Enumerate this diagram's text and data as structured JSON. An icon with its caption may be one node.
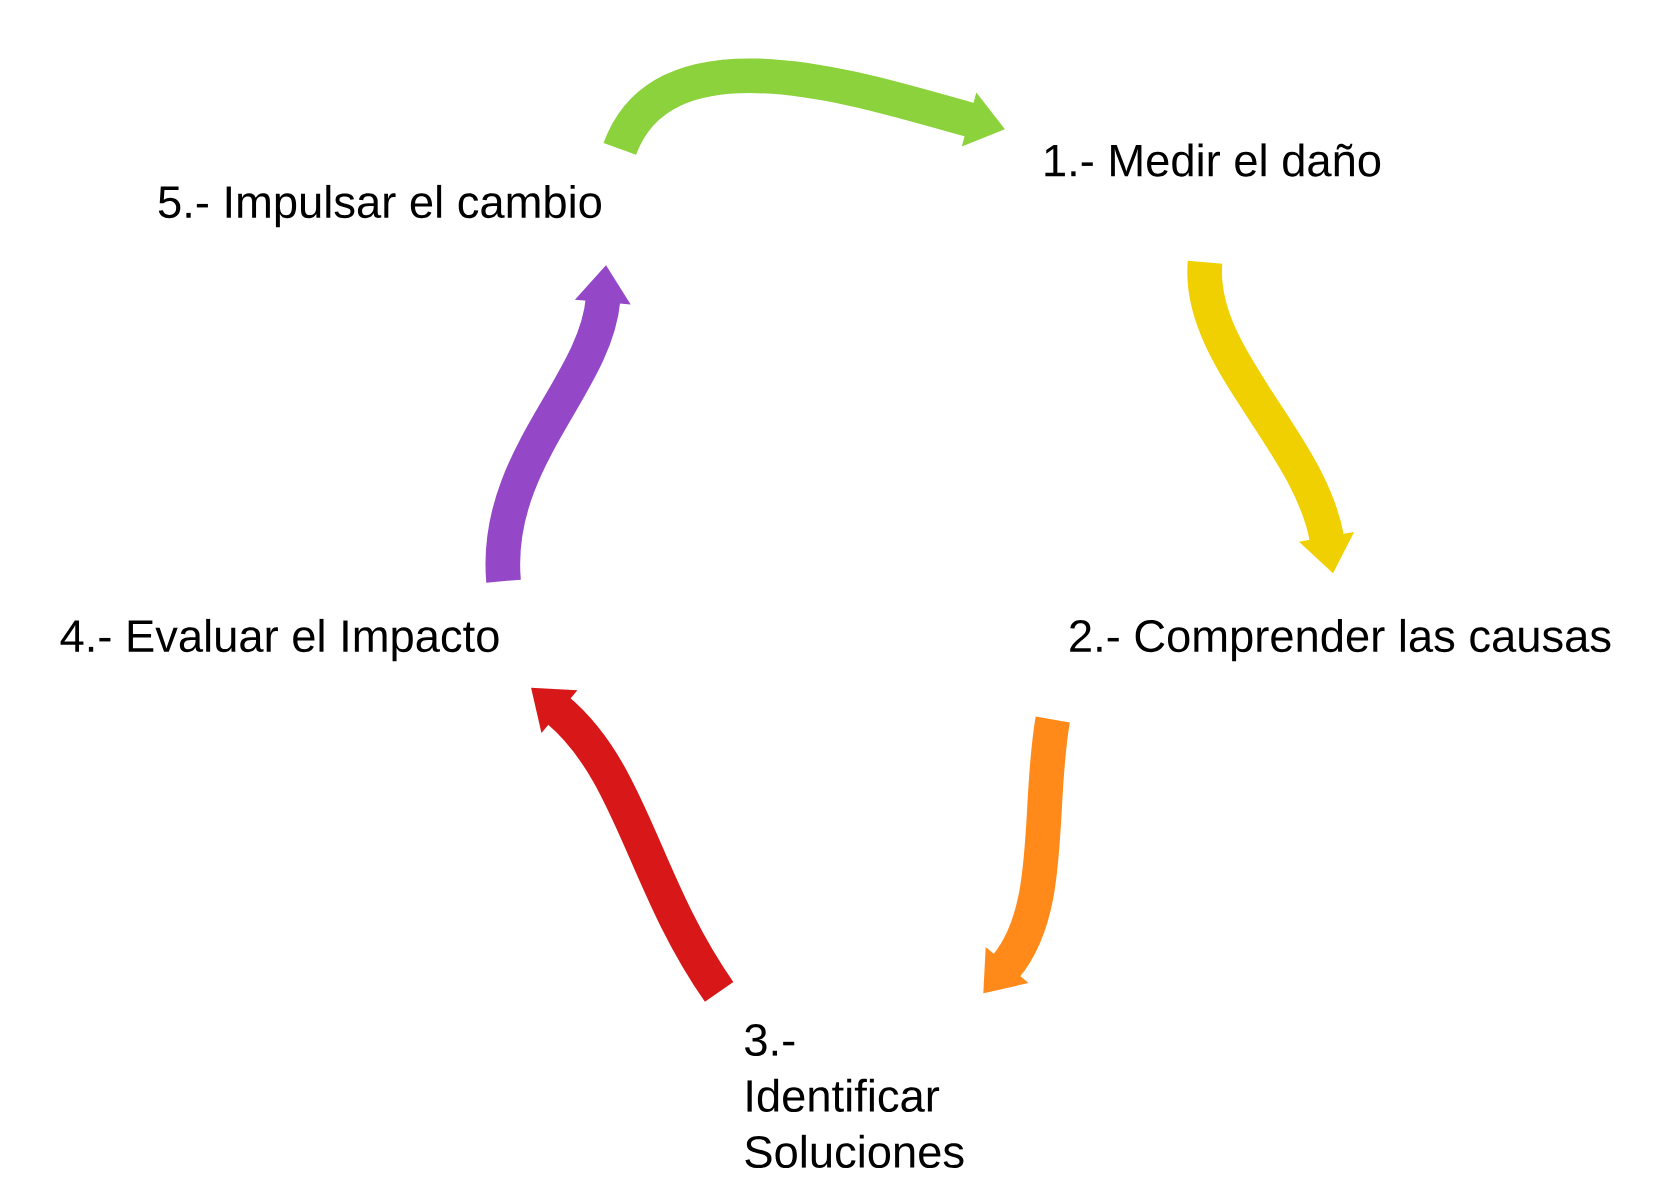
{
  "diagram": {
    "nodes": [
      {
        "text": [
          "1.- Medir el daño"
        ]
      },
      {
        "text": [
          "2.- Comprender las causas"
        ]
      },
      {
        "text": [
          "3.- Identificar Soluciones"
        ]
      },
      {
        "text": [
          "4.- Evaluar el Impacto"
        ]
      },
      {
        "text": [
          "5.- Impulsar el cambio"
        ]
      }
    ],
    "edges": [
      {
        "from": 4,
        "to": 0,
        "arrow": "to",
        "color": "#8cd23c"
      },
      {
        "from": 0,
        "to": 1,
        "arrow": "to",
        "color": "#f0d000"
      },
      {
        "from": 1,
        "to": 2,
        "arrow": "to",
        "color": "#ff8a1a"
      },
      {
        "from": 2,
        "to": 3,
        "arrow": "to",
        "color": "#d81818"
      },
      {
        "from": 3,
        "to": 4,
        "arrow": "to",
        "color": "#9448c8"
      }
    ]
  }
}
